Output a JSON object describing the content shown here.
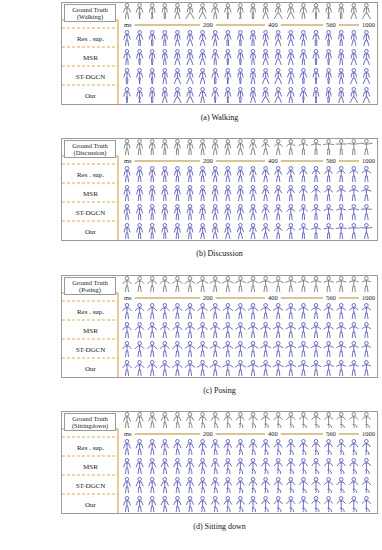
{
  "diagram": {
    "nodes": [
      {
        "text": [
          "Ground Truth (Walking)",
          "Res . sup.",
          "MSR",
          "ST-DGCN",
          "Our",
          "ms",
          "200",
          "400",
          "560",
          "1000"
        ]
      },
      {
        "text": [
          "Ground Truth (Discussion)",
          "Res . sup.",
          "MSR",
          "ST-DGCN",
          "Our",
          "ms",
          "200",
          "400",
          "560",
          "1000"
        ]
      },
      {
        "text": [
          "Ground Truth (Posing)",
          "Res . sup.",
          "MSR",
          "ST-DGCN",
          "Our",
          "ms",
          "200",
          "400",
          "560",
          "1000"
        ]
      },
      {
        "text": [
          "Ground Truth (Sittingdown)",
          "Res . sup.",
          "MSR",
          "ST-DGCN",
          "Our",
          "ms",
          "200",
          "400",
          "560",
          "1000"
        ]
      }
    ],
    "labels": [
      "(a) Walking",
      "(b) Discussion",
      "(c) Posing",
      "(d) Sitting down"
    ]
  }
}
